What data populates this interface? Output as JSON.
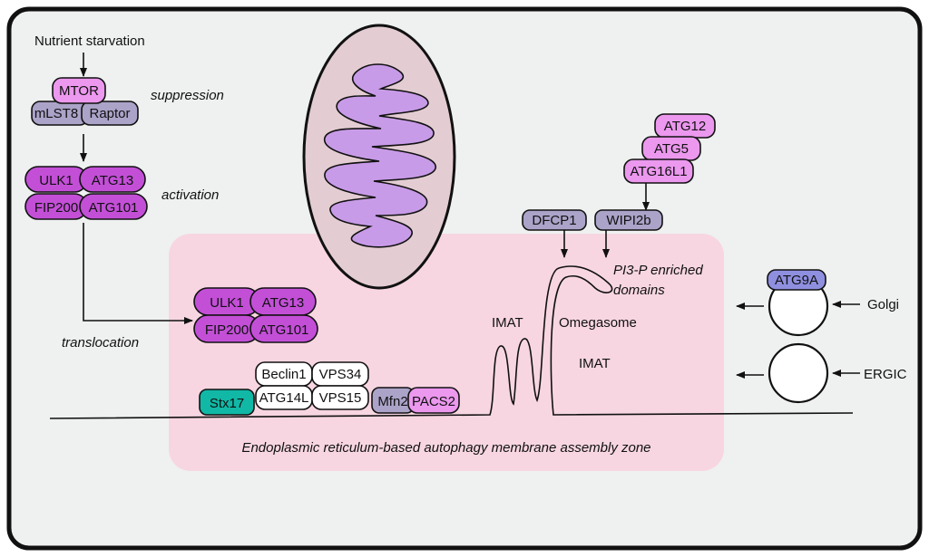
{
  "colors": {
    "frame_bg": "#eef1ef",
    "zone_pink": "#f7d6e1",
    "mito_outer": "#e3ccd2",
    "mito_inner": "#c89be8",
    "magenta": "#c34fd7",
    "pink_light": "#eb98ee",
    "slate": "#aba3c8",
    "teal": "#11b8a6",
    "white_box": "#ffffff"
  },
  "labels": {
    "nutrient_starvation": "Nutrient starvation",
    "suppression": "suppression",
    "activation": "activation",
    "translocation": "translocation",
    "pi3p_line1": "PI3-P enriched",
    "pi3p_line2": "domains",
    "imat_left": "IMAT",
    "imat_right": "IMAT",
    "omegasome": "Omegasome",
    "golgi": "Golgi",
    "ergic": "ERGIC",
    "zone": "Endoplasmic reticulum-based autophagy membrane assembly zone"
  },
  "proteins": {
    "mtor": "MTOR",
    "mlst8": "mLST8",
    "raptor": "Raptor",
    "ulk1_a": "ULK1",
    "atg13_a": "ATG13",
    "fip200_a": "FIP200",
    "atg101_a": "ATG101",
    "ulk1_b": "ULK1",
    "atg13_b": "ATG13",
    "fip200_b": "FIP200",
    "atg101_b": "ATG101",
    "atg12": "ATG12",
    "atg5": "ATG5",
    "atg16l1": "ATG16L1",
    "dfcp1": "DFCP1",
    "wipi2b": "WIPI2b",
    "atg9a": "ATG9A",
    "beclin1": "Beclin1",
    "vps34": "VPS34",
    "atg14l": "ATG14L",
    "vps15": "VPS15",
    "stx17": "Stx17",
    "mfn2": "Mfn2",
    "pacs2": "PACS2"
  }
}
